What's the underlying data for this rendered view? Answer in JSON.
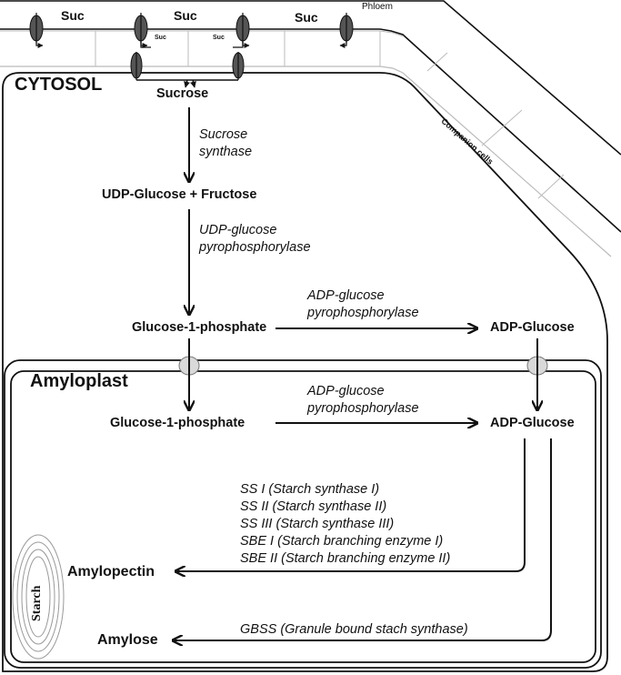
{
  "labels": {
    "suc": "Suc",
    "suc_small": "Suc",
    "phloem": "Phloem",
    "companion_cells": "Companion cells",
    "cytosol": "CYTOSOL",
    "amyloplast": "Amyloplast",
    "starch": "Starch"
  },
  "metabolites": {
    "sucrose": "Sucrose",
    "udp_glucose_fructose": "UDP-Glucose + Fructose",
    "g1p_cytosol": "Glucose-1-phosphate",
    "adp_glucose_cytosol": "ADP-Glucose",
    "g1p_amyloplast": "Glucose-1-phosphate",
    "adp_glucose_amyloplast": "ADP-Glucose",
    "amylopectin": "Amylopectin",
    "amylose": "Amylose"
  },
  "enzymes": {
    "sucrose_synthase": [
      "Sucrose",
      "synthase"
    ],
    "udp_glucose_pyrophosphorylase": [
      "UDP-glucose",
      "pyrophosphorylase"
    ],
    "adp_glucose_pyrophosphorylase_cytosol": [
      "ADP-glucose",
      "pyrophosphorylase"
    ],
    "adp_glucose_pyrophosphorylase_amyloplast": [
      "ADP-glucose",
      "pyrophosphorylase"
    ],
    "amylopectin_enzymes": [
      "SS I (Starch synthase I)",
      "SS II (Starch synthase II)",
      "SS III (Starch synthase III)",
      "SBE I (Starch branching enzyme I)",
      "SBE II (Starch branching enzyme II)"
    ],
    "gbss": "GBSS (Granule bound stach synthase)"
  },
  "colors": {
    "line": "#111111",
    "transporter_fill": "#555555",
    "pore_fill": "#d9d9d9",
    "cell_wall": "#bbbbbb"
  }
}
